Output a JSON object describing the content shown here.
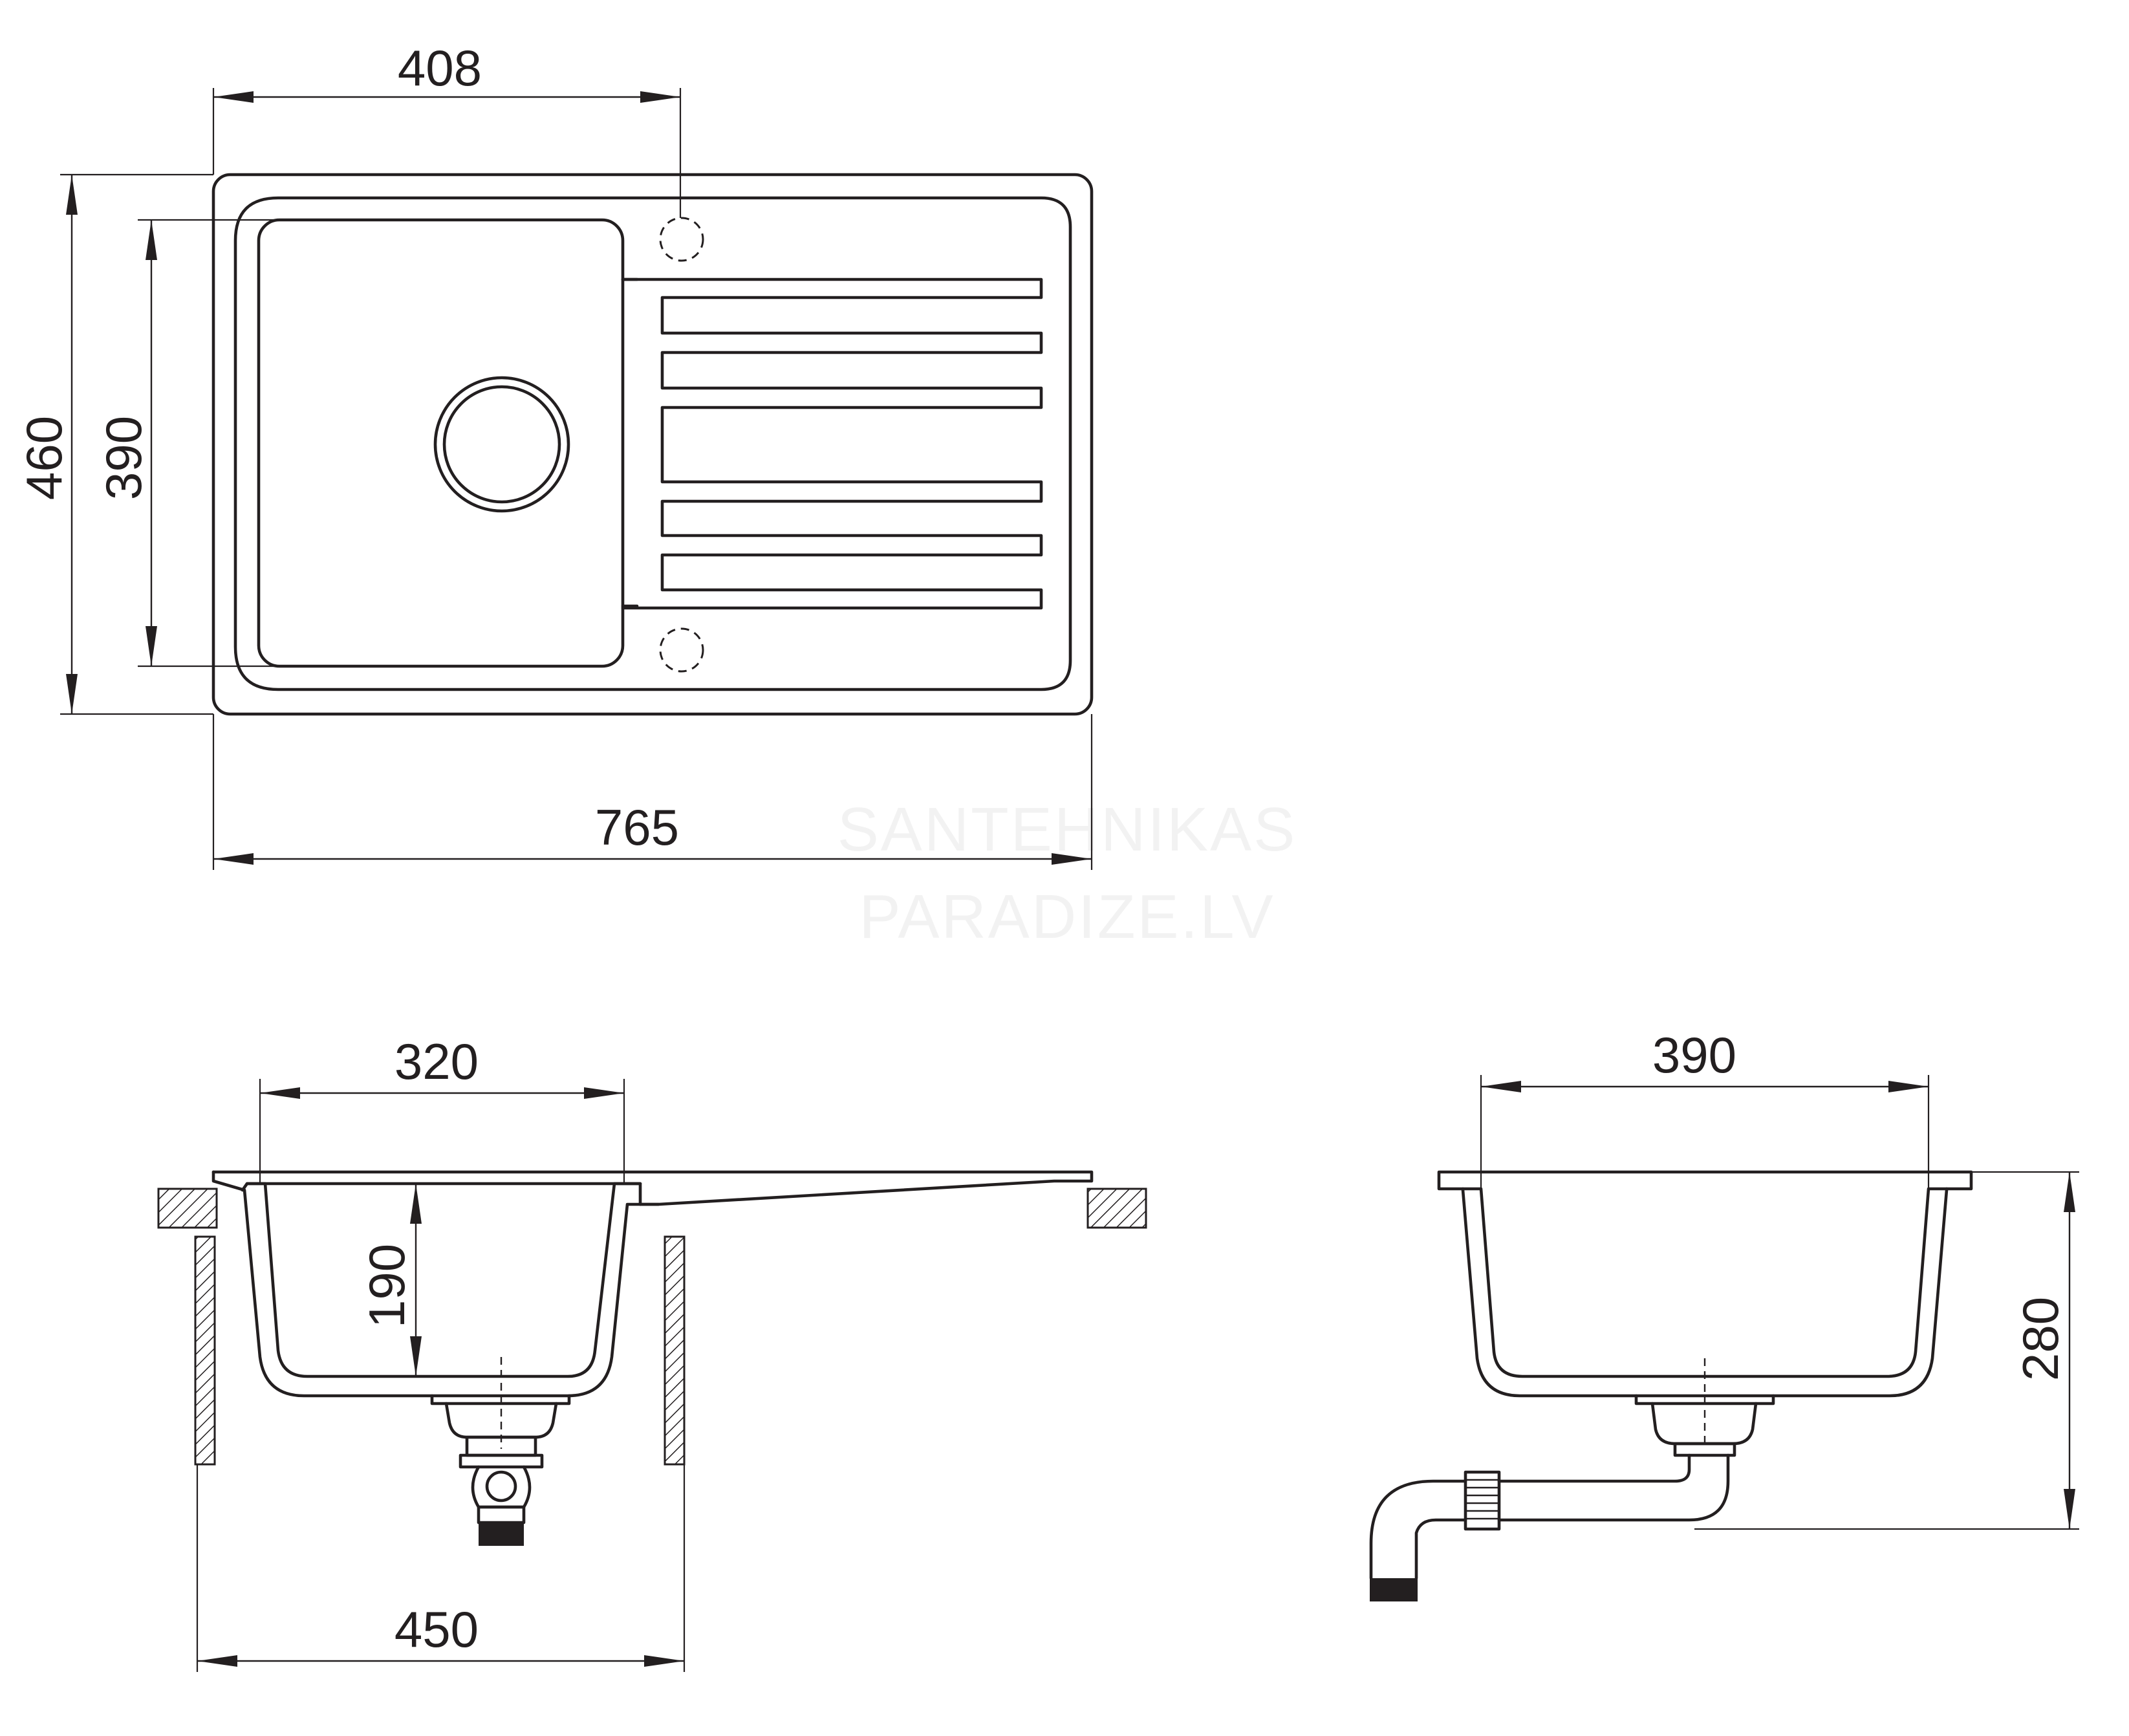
{
  "top_view": {
    "width_label": "765",
    "depth_label": "460",
    "bowl_depth_label": "390",
    "bowl_width_label": "408"
  },
  "front_view": {
    "bowl_width_label": "320",
    "bowl_height_label": "190",
    "cabinet_width_label": "450"
  },
  "side_view": {
    "bowl_width_label": "390",
    "total_height_label": "280"
  },
  "watermark": {
    "line1": "SANTEHNIKAS",
    "line2": "PARADIZE.LV"
  },
  "colors": {
    "line": "#231f20",
    "background": "#ffffff",
    "watermark": "#f2f2f2"
  }
}
